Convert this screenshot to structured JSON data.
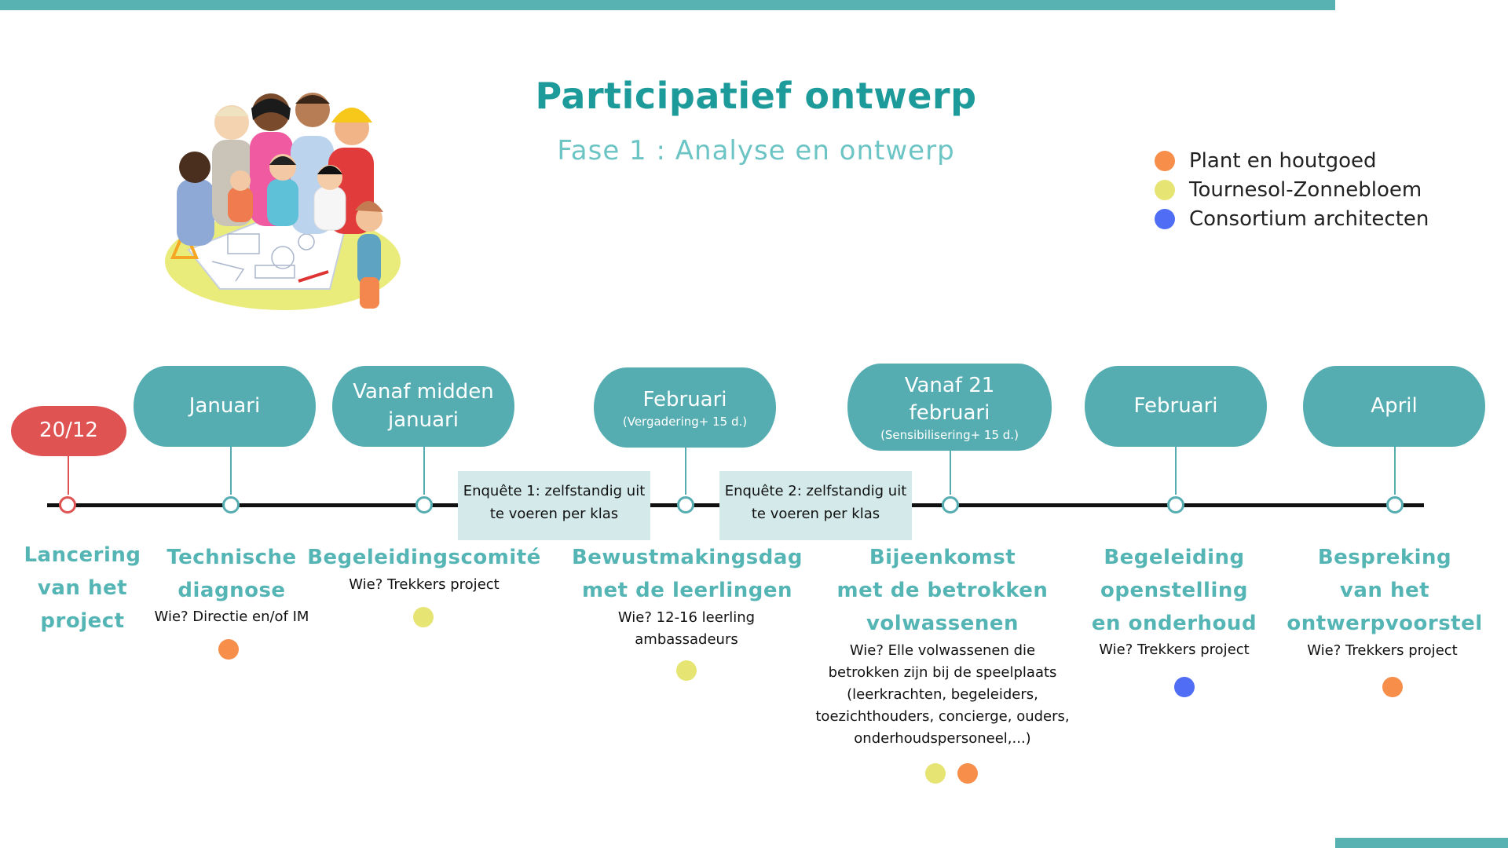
{
  "title": "Participatief ontwerp",
  "subtitle": "Fase 1 : Analyse en ontwerp",
  "colors": {
    "orange": "#f78e4a",
    "yellow": "#e6e473",
    "blue": "#4f6df5",
    "teal": "#55adb1",
    "red": "#e05353"
  },
  "legend": [
    {
      "label": "Plant en houtgoed",
      "color": "#f78e4a"
    },
    {
      "label": "Tournesol-Zonnebloem",
      "color": "#e6e473"
    },
    {
      "label": "Consortium architecten",
      "color": "#4f6df5"
    }
  ],
  "illustration": {
    "icon": "people-planning-around-table-illustration"
  },
  "surveys": [
    {
      "lines": [
        "Enquête 1: zelfstandig uit",
        "te voeren per klas"
      ]
    },
    {
      "lines": [
        "Enquête 2: zelfstandig uit",
        "te voeren per klas"
      ]
    }
  ],
  "events": [
    {
      "date": "20/12",
      "date_sub": "",
      "title": [
        "Lancering",
        "van het",
        "project"
      ],
      "who": [],
      "dots": []
    },
    {
      "date": "Januari",
      "date_sub": "",
      "title": [
        "Technische",
        "diagnose"
      ],
      "who": [
        "Wie? Directie en/of IM"
      ],
      "dots": [
        "#f78e4a"
      ]
    },
    {
      "date": "Vanaf midden januari",
      "date_lines": [
        "Vanaf midden",
        "januari"
      ],
      "date_sub": "",
      "title": [
        "Begeleidingscomité"
      ],
      "who": [
        "Wie? Trekkers project"
      ],
      "dots": [
        "#e6e473"
      ]
    },
    {
      "date": "Februari",
      "date_sub": "(Vergadering+ 15 d.)",
      "title": [
        "Bewustmakingsdag",
        "met de leerlingen"
      ],
      "who": [
        "Wie? 12-16 leerling",
        "ambassadeurs"
      ],
      "dots": [
        "#e6e473"
      ]
    },
    {
      "date": "Vanaf 21 februari",
      "date_lines": [
        "Vanaf 21",
        "februari"
      ],
      "date_sub": "(Sensibilisering+ 15 d.)",
      "title": [
        "Bijeenkomst",
        "met de betrokken",
        "volwassenen"
      ],
      "who": [
        "Wie? Elle volwassenen die",
        "betrokken zijn bij de speelplaats",
        "(leerkrachten, begeleiders,",
        "toezichthouders, concierge, ouders,",
        "onderhoudspersoneel,...)"
      ],
      "dots": [
        "#e6e473",
        "#f78e4a"
      ]
    },
    {
      "date": "Februari",
      "date_sub": "",
      "title": [
        "Begeleiding",
        "openstelling",
        "en onderhoud"
      ],
      "who": [
        "Wie? Trekkers project"
      ],
      "dots": [
        "#4f6df5"
      ]
    },
    {
      "date": "April",
      "date_sub": "",
      "title": [
        "Bespreking",
        "van het",
        "ontwerpvoorstel"
      ],
      "who": [
        "Wie? Trekkers project"
      ],
      "dots": [
        "#f78e4a"
      ]
    }
  ]
}
